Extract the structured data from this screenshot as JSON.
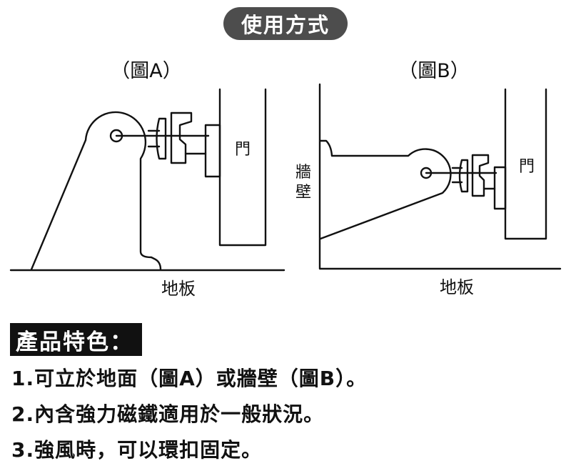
{
  "title": "使用方式",
  "figure_a": {
    "caption": "（圖A）",
    "door_label": "門",
    "floor_label": "地板"
  },
  "figure_b": {
    "caption": "（圖B）",
    "door_label": "門",
    "wall_label_1": "牆",
    "wall_label_2": "壁",
    "floor_label": "地板"
  },
  "features": {
    "heading": "產品特色：",
    "items": [
      "1.可立於地面（圖A）或牆壁（圖B）。",
      "2.內含強力磁鐵適用於一般狀況。",
      "3.強風時，可以環扣固定。"
    ]
  }
}
